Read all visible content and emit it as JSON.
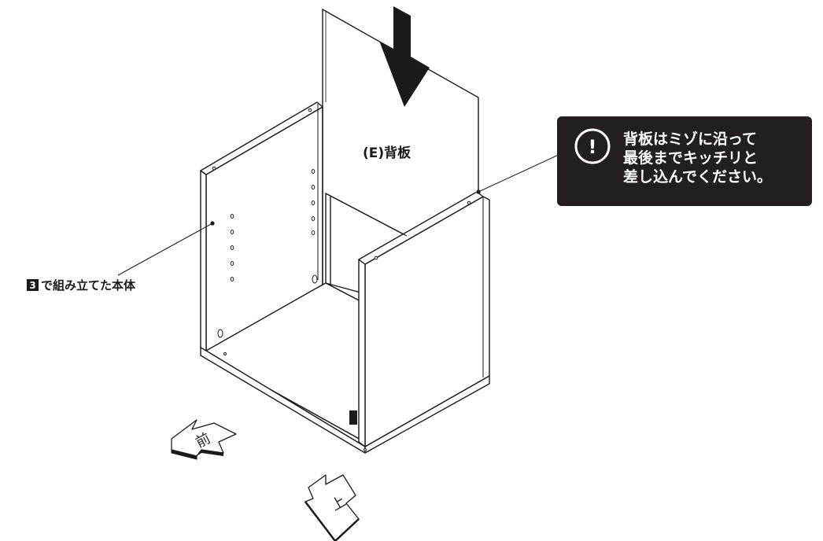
{
  "labels": {
    "back_panel": "(E)背板",
    "body_ref_number": "3",
    "body_ref_text": "で組み立てた本体"
  },
  "note": {
    "lines": [
      "背板はミゾに沿って",
      "最後までキッチリと",
      "差し込んでください。"
    ],
    "icon_symbol": "!",
    "icon": "exclamation-circle-icon",
    "background": "#231f20"
  },
  "directions": {
    "front": "前",
    "top": "上"
  }
}
